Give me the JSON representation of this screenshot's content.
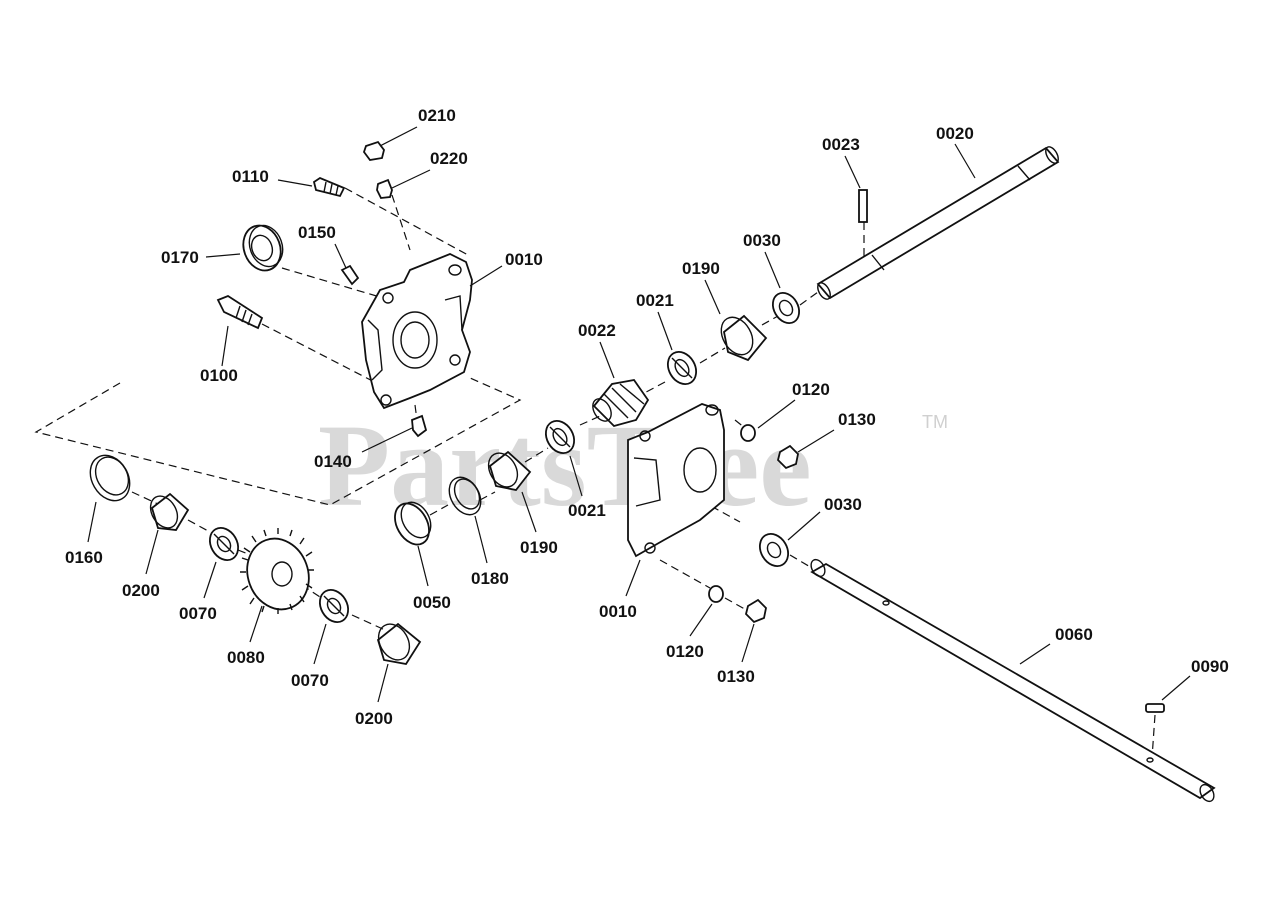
{
  "watermark": {
    "text": "PartsTree",
    "mark": "TM"
  },
  "labels": [
    "0210",
    "0220",
    "0110",
    "0150",
    "0170",
    "0010",
    "0100",
    "0140",
    "0023",
    "0020",
    "0030",
    "0190",
    "0021",
    "0022",
    "0120",
    "0130",
    "0021",
    "0190",
    "0180",
    "0050",
    "0030",
    "0010",
    "0120",
    "0130",
    "0060",
    "0090",
    "0160",
    "0200",
    "0070",
    "0080",
    "0070",
    "0200"
  ]
}
